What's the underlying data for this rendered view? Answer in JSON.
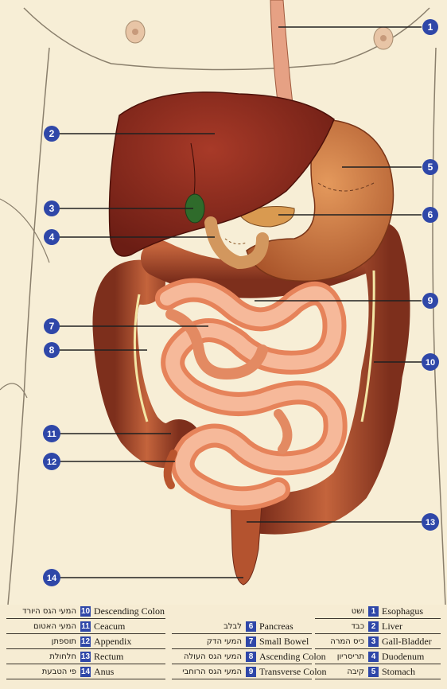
{
  "callouts": [
    "1",
    "2",
    "3",
    "4",
    "5",
    "6",
    "7",
    "8",
    "9",
    "10",
    "11",
    "12",
    "13",
    "14"
  ],
  "legend": [
    {
      "num": "10",
      "eng": "Descending Colon",
      "heb": "המעי הגס היורד"
    },
    {
      "num": "11",
      "eng": "Ceacum",
      "heb": "המעי האטום"
    },
    {
      "num": "12",
      "eng": "Appendix",
      "heb": "תוספתן"
    },
    {
      "num": "13",
      "eng": "Rectum",
      "heb": "חלחולת"
    },
    {
      "num": "14",
      "eng": "Anus",
      "heb": "פי הטבעת"
    },
    {
      "num": "6",
      "eng": "Pancreas",
      "heb": "לבלב"
    },
    {
      "num": "7",
      "eng": "Small Bowel",
      "heb": "המעי הדק"
    },
    {
      "num": "8",
      "eng": "Ascending Colon",
      "heb": "המעי הגס העולה"
    },
    {
      "num": "9",
      "eng": "Transverse Colon",
      "heb": "המעי הגס הרוחבי"
    },
    {
      "num": "1",
      "eng": "Esophagus",
      "heb": "ושט"
    },
    {
      "num": "2",
      "eng": "Liver",
      "heb": "כבד"
    },
    {
      "num": "3",
      "eng": "Gall-Bladder",
      "heb": "כיס המרה"
    },
    {
      "num": "4",
      "eng": "Duodenum",
      "heb": "תריסריון"
    },
    {
      "num": "5",
      "eng": "Stomach",
      "heb": "קיבה"
    }
  ],
  "colors": {
    "callout": "#2f47a8",
    "skin": "#f6ecd3",
    "liver": "#8b2a1f",
    "colon": "#a4472b",
    "small_bowel": "#f0a37c",
    "stomach": "#c77540"
  }
}
